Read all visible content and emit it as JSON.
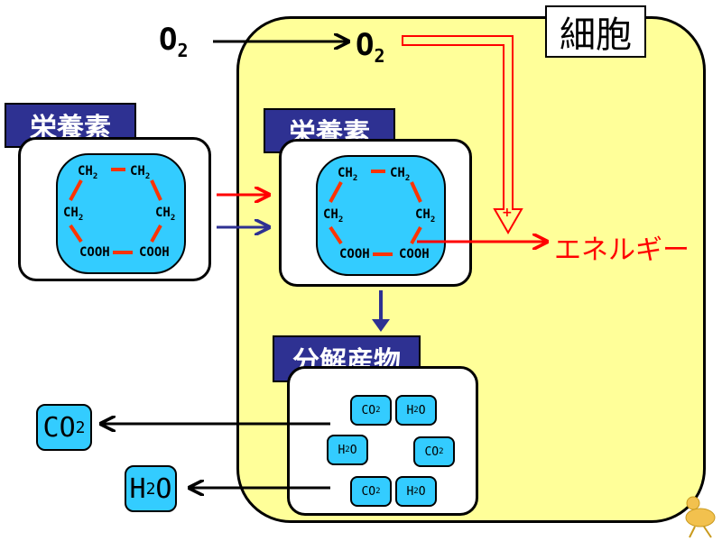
{
  "cell": {
    "label": "細胞"
  },
  "oxygen": {
    "outside_base": "O",
    "outside_sub": "2",
    "inside_base": "O",
    "inside_sub": "2"
  },
  "nutrient_outside": {
    "header": "栄養素"
  },
  "nutrient_inside": {
    "header": "栄養素"
  },
  "molecule": {
    "top_left": {
      "base": "CH",
      "sub": "2"
    },
    "top_right": {
      "base": "CH",
      "sub": "2"
    },
    "mid_left": {
      "base": "CH",
      "sub": "2"
    },
    "mid_right": {
      "base": "CH",
      "sub": "2"
    },
    "bottom_left": "COOH",
    "bottom_right": "COOH"
  },
  "energy": {
    "label": "エネルギー",
    "plus_sign": "+"
  },
  "products": {
    "header": "分解産物",
    "chips": [
      {
        "base": "CO",
        "sub": "2"
      },
      {
        "base": "H",
        "sub": "2",
        "tail": "O"
      },
      {
        "base": "H",
        "sub": "2",
        "tail": "O"
      },
      {
        "base": "CO",
        "sub": "2"
      },
      {
        "base": "CO",
        "sub": "2"
      },
      {
        "base": "H",
        "sub": "2",
        "tail": "O"
      }
    ]
  },
  "exhaust": {
    "co2": {
      "base": "CO",
      "sub": "2"
    },
    "h2o": {
      "base": "H",
      "sub": "2",
      "tail": "O"
    }
  },
  "colors": {
    "cell": "#ffff99",
    "header": "#2e3192",
    "molecule": "#33ccff",
    "energy": "#ff0000",
    "bond": "#ff3300"
  }
}
